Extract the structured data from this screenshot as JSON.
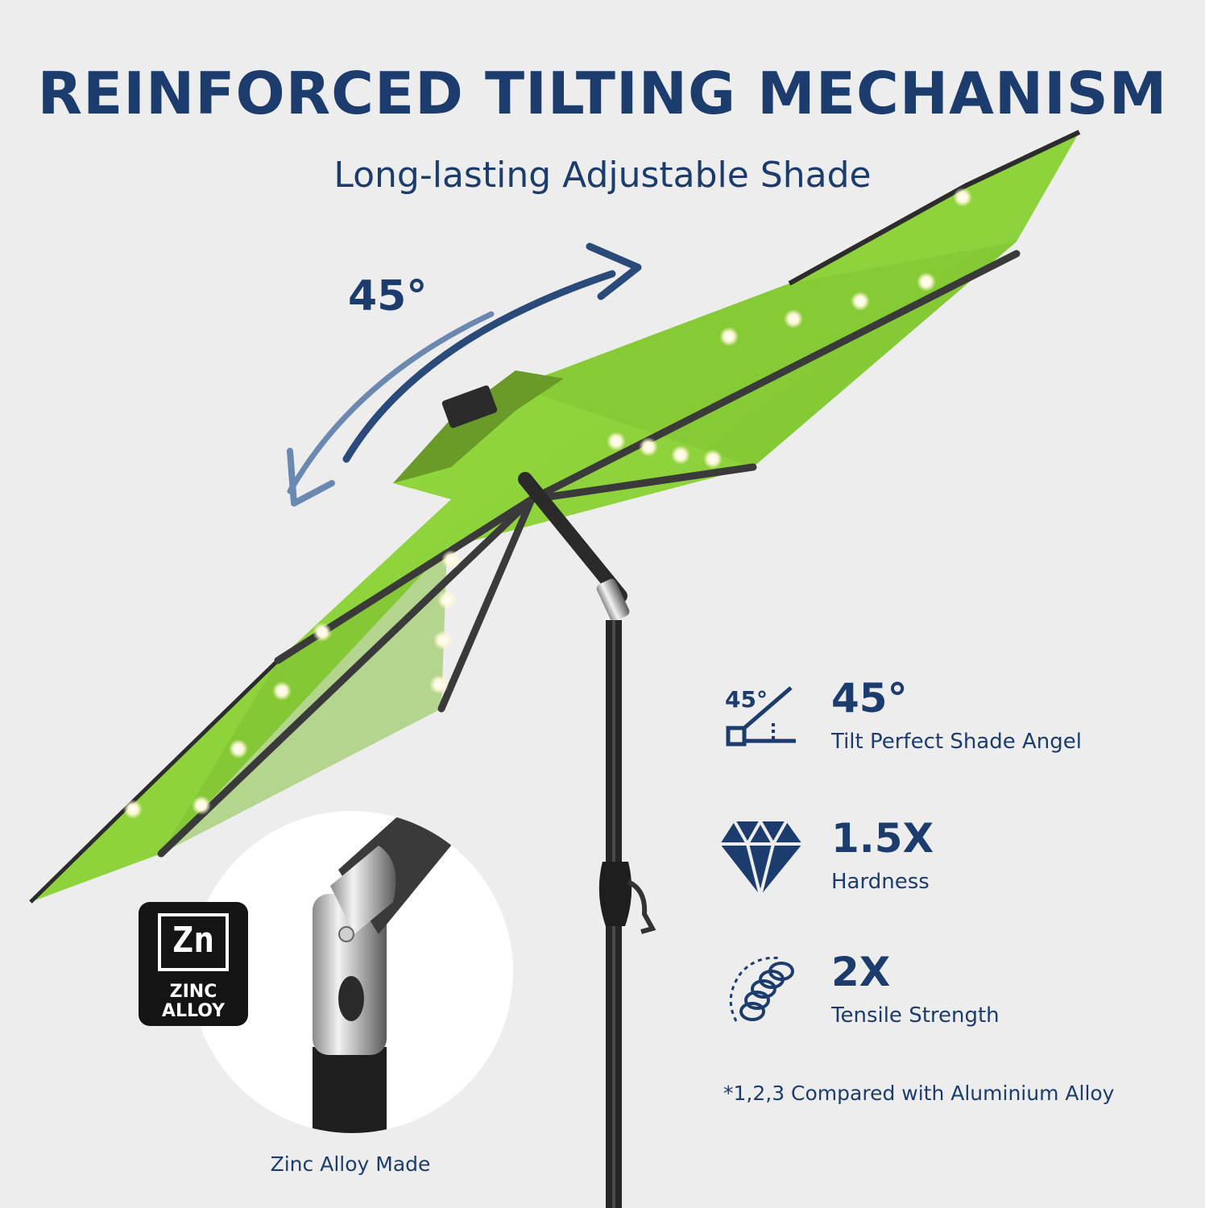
{
  "headline": "REINFORCED TILTING MECHANISM",
  "subheadline": "Long-lasting Adjustable Shade",
  "tilt_arrow": {
    "label": "45°"
  },
  "features": [
    {
      "icon": "tilt-angle-icon",
      "icon_label": "45°",
      "value": "45°",
      "desc": "Tilt Perfect Shade Angel"
    },
    {
      "icon": "diamond-icon",
      "value": "1.5X",
      "desc": "Hardness"
    },
    {
      "icon": "spring-icon",
      "value": "2X",
      "desc": "Tensile Strength"
    }
  ],
  "footnote": "*1,2,3 Compared with Aluminium Alloy",
  "inset": {
    "caption": "Zinc Alloy Made",
    "badge_symbol": "Zn",
    "badge_text_line1": "ZINC",
    "badge_text_line2": "ALLOY"
  },
  "colors": {
    "background": "#ededed",
    "text": "#1c3c6e",
    "canopy": "#8fd43a",
    "pole": "#2a2a2a"
  }
}
